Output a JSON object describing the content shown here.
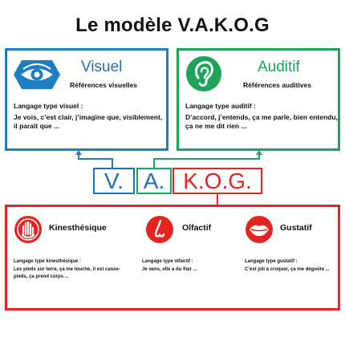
{
  "title": "Le modèle V.A.K.O.G",
  "visuel": {
    "name": "Visuel",
    "subtitle": "Références visuelles",
    "lang_title": "Langage type visuel :",
    "lang_text": "Je vois, c’est clair, j’imagine que, visiblement, il paraît que ...",
    "icon": "eye-icon",
    "color": "#1e6fb4"
  },
  "auditif": {
    "name": "Auditif",
    "subtitle": "Références auditives",
    "lang_title": "Langage type auditif :",
    "lang_text": "D’accord, j’entends, ça me parle, bien entendu, ça ne me dit rien ...",
    "icon": "ear-icon",
    "color": "#1ea45a"
  },
  "letters": {
    "v": "V.",
    "a": "A.",
    "kog": "K.O.G."
  },
  "kinesthesique": {
    "name": "Kinesthésique",
    "lang_title": "Langage type kinesthésique :",
    "lang_text": "Les pieds sur terre, ça me touche, il est casse-pieds, ça prend corps ...",
    "icon": "hand-icon",
    "color": "#e52421"
  },
  "olfactif": {
    "name": "Olfactif",
    "lang_title": "Langage type olfactif :",
    "lang_text": "Je sens, elle a du flair ...",
    "icon": "nose-icon",
    "color": "#e52421"
  },
  "gustatif": {
    "name": "Gustatif",
    "lang_title": "Langage type gustatif :",
    "lang_text": "C’est joli à croquer, ça me dégoûte ...",
    "icon": "lips-icon",
    "color": "#e52421"
  }
}
